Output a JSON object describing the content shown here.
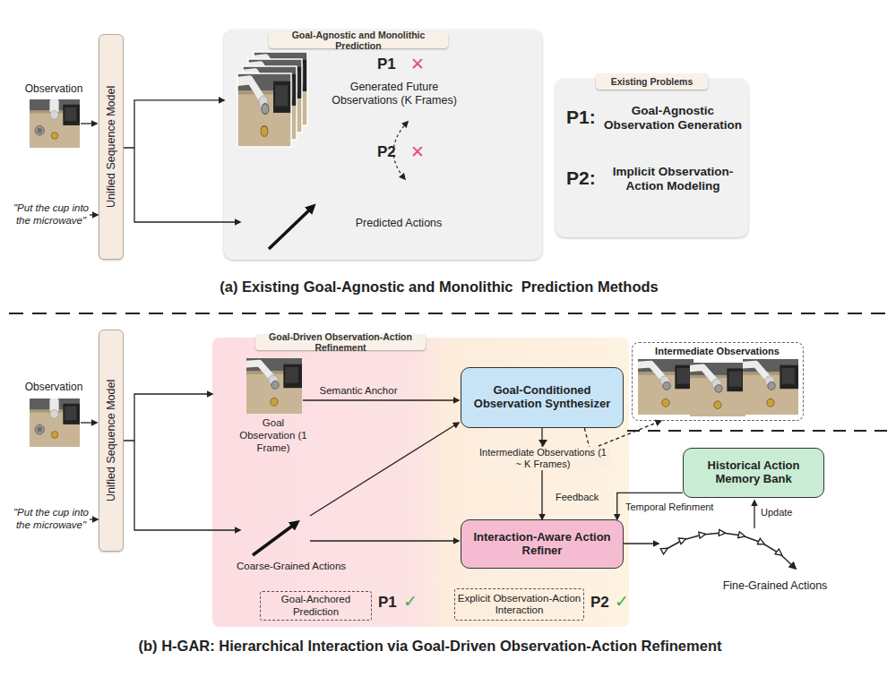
{
  "diagram": {
    "nodes": [
      {
        "text": [
          "Unified Sequence Model"
        ]
      },
      {
        "text": [
          "Goal-Agnostic and Monolithic Prediction"
        ]
      },
      {
        "text": [
          "Existing Problems",
          "P1:",
          "Goal-Agnostic Observation Generation",
          "P2:",
          "Implicit Observation-Action Modeling"
        ]
      },
      {
        "text": [
          "Unified Sequence Model"
        ]
      },
      {
        "text": [
          "Goal-Driven Observation-Action Refinement"
        ]
      },
      {
        "text": [
          "Goal-Conditioned Observation Synthesizer"
        ],
        "in": 4
      },
      {
        "text": [
          "Interaction-Aware Action Refiner"
        ],
        "in": 4
      },
      {
        "text": [
          "Goal-Anchored Prediction"
        ],
        "in": 4
      },
      {
        "text": [
          "Explicit Observation-Action Interaction"
        ],
        "in": 4
      },
      {
        "text": [
          "Intermediate Observations"
        ]
      },
      {
        "text": [
          "Historical Action Memory Bank"
        ]
      }
    ],
    "edges": [
      {
        "from": 0,
        "to": 1,
        "arrow": "to"
      },
      {
        "from": 3,
        "to": 4,
        "arrow": "to"
      },
      {
        "from": 5,
        "to": 6,
        "label": "Feedback",
        "arrow": "to"
      },
      {
        "from": 5,
        "to": 9,
        "arrow": "to"
      },
      {
        "from": 10,
        "to": 6,
        "label": "Temporal Refinment",
        "arrow": "to"
      }
    ],
    "labels": [
      "Observation",
      "\"Put the cup into the microwave\"",
      "P1",
      "✕",
      "Generated Future Observations (K Frames)",
      "P2",
      "✕",
      "Predicted Actions",
      "(a) Existing Goal-Agnostic and Monolithic  Prediction Methods",
      "Observation",
      "\"Put the cup into the microwave\"",
      "Semantic Anchor",
      "Goal Observation (1 Frame)",
      "Coarse-Grained Actions",
      "Intermediate Observations (1 ~ K Frames)",
      "P1",
      "✓",
      "P2",
      "✓",
      "Update",
      "Fine-Grained Actions",
      "(b) H-GAR: Hierarchical Interaction via Goal-Driven Observation-Action Refinement"
    ]
  }
}
